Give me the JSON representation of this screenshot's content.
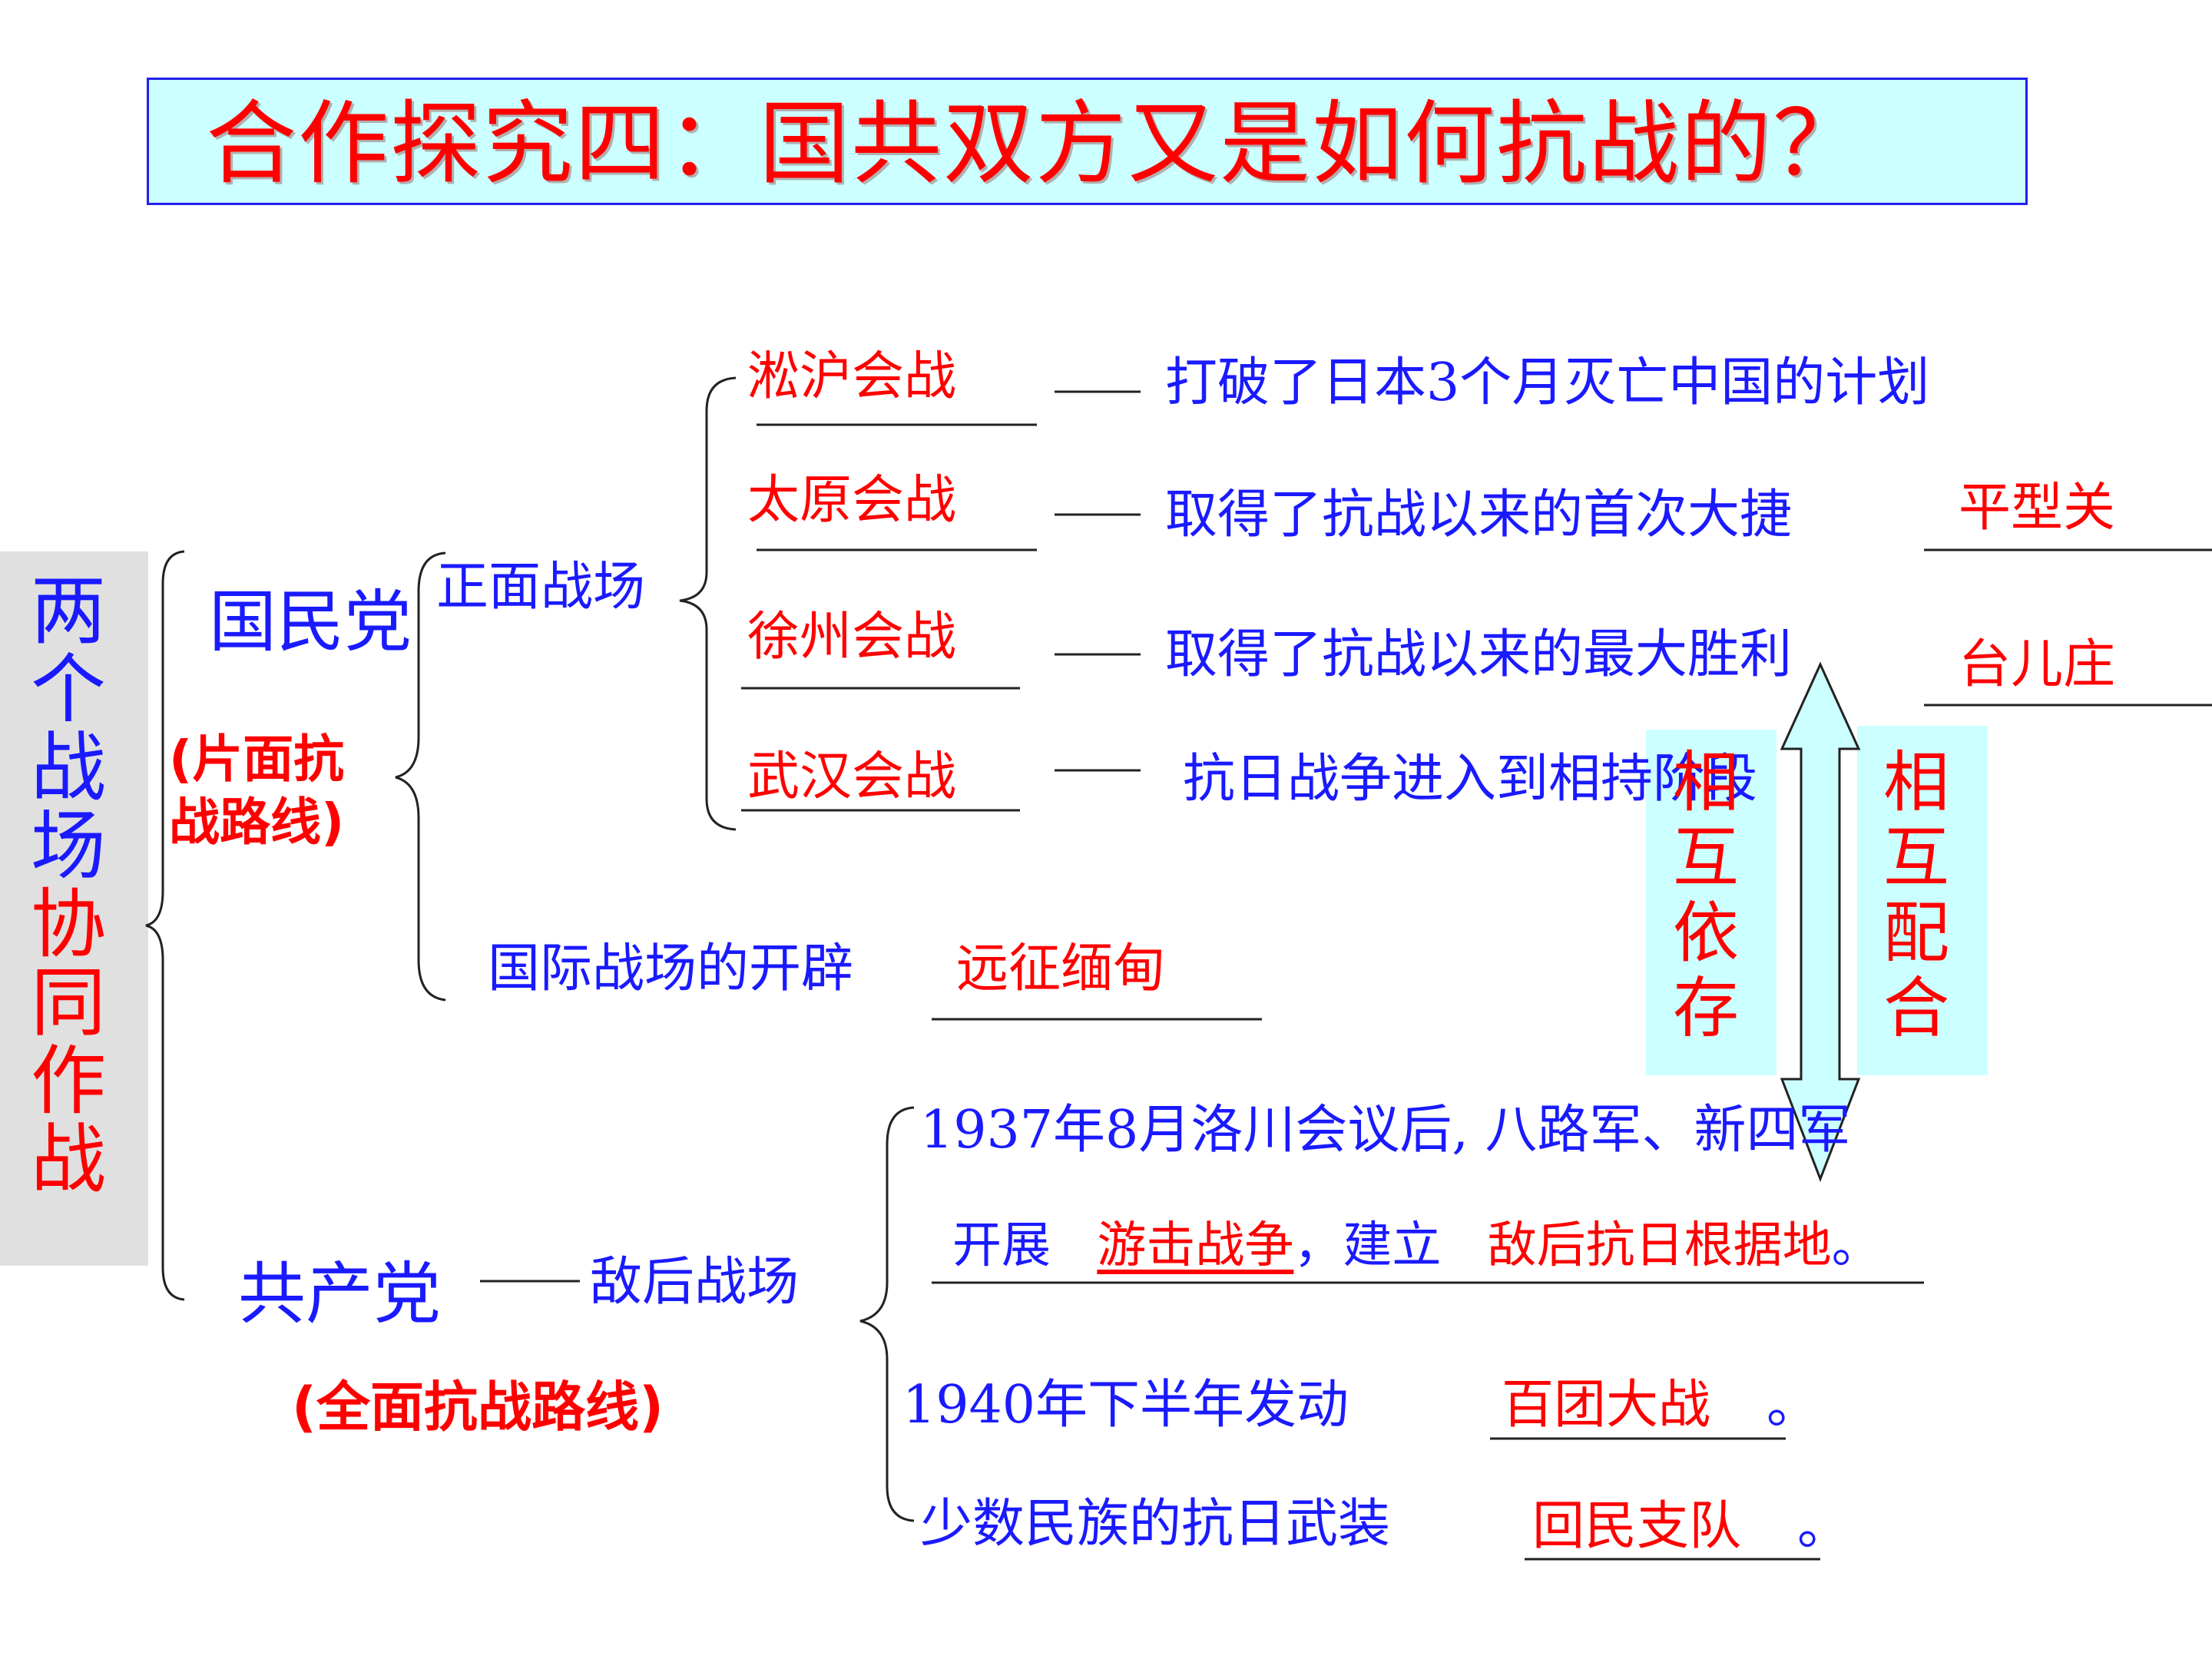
{
  "title": "合作探究四：国共双方又是如何抗战的？",
  "left_label": [
    "两",
    "个",
    "战",
    "场",
    "协",
    "同",
    "作",
    "战"
  ],
  "kmt": {
    "name": "国民党",
    "route": [
      "(片面抗",
      "战路线)"
    ],
    "front": "正面战场",
    "battles": [
      {
        "name": "淞沪会战",
        "result": "打破了日本3个月灭亡中国的计划",
        "answer": ""
      },
      {
        "name": "太原会战",
        "result": "取得了抗战以来的首次大捷",
        "answer": "平型关"
      },
      {
        "name": "徐州会战",
        "result": "取得了抗战以来的最大胜利",
        "answer": "台儿庄"
      },
      {
        "name": "武汉会战",
        "result": "抗日战争进入到相持阶段",
        "answer": ""
      }
    ],
    "intl_label": "国际战场的开辟",
    "intl_answer": "远征缅甸"
  },
  "cpc": {
    "name": "共产党",
    "front": "敌后战场",
    "route": "(全面抗战路线)",
    "line1": "1937年8月洛川会议后, 八路军、新四军",
    "line2_a": "开展",
    "line2_b": "游击战争",
    "line2_c": "，建立",
    "line2_d": "敌后抗日根据地",
    "line2_e": "。",
    "line3": "1940年下半年发动",
    "line3_answer": "百团大战",
    "line3_end": "。",
    "line4": "少数民族的抗日武装",
    "line4_answer": "回民支队",
    "line4_end": "。"
  },
  "relation_left": [
    "相",
    "互",
    "依",
    "存"
  ],
  "relation_right": [
    "相",
    "互",
    "配",
    "合"
  ],
  "colors": {
    "blue": "#1a1aff",
    "red": "#ff0000",
    "title_bg": "#ccffff",
    "label_bg": "#e0e0e0"
  }
}
